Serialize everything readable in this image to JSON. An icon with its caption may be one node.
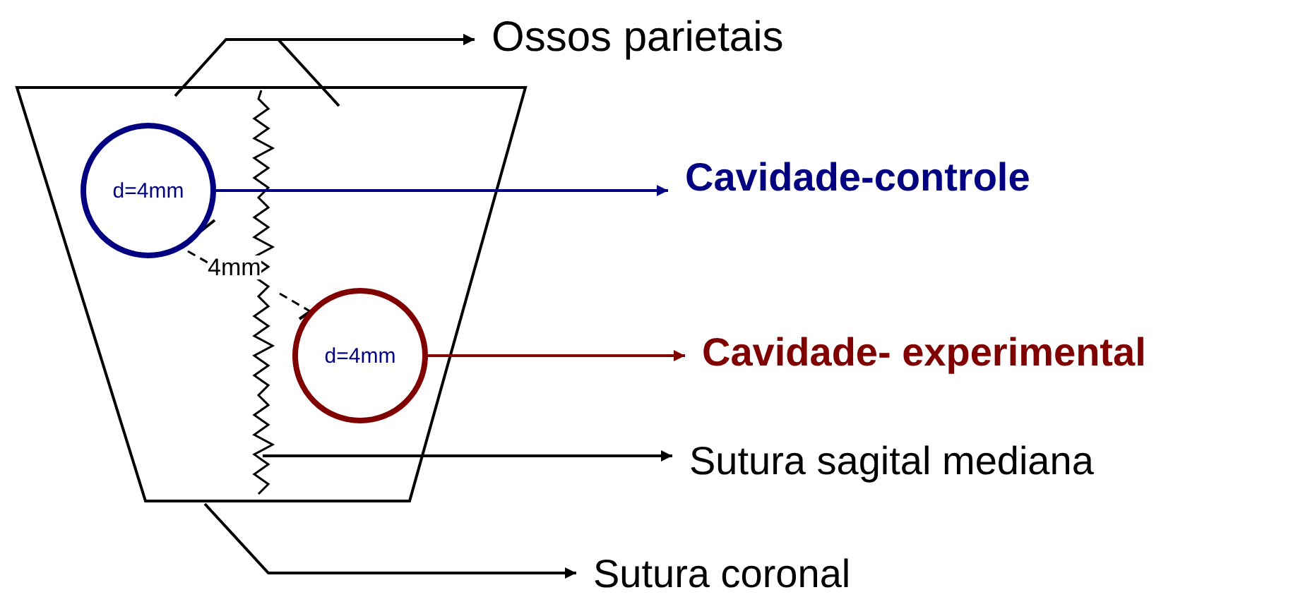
{
  "diagram": {
    "nodes": [
      {
        "text": [
          "Ossos parietais"
        ]
      },
      {
        "text": [
          "d=4mm"
        ]
      },
      {
        "text": [
          "Cavidade-controle"
        ]
      },
      {
        "text": [
          "d=4mm"
        ]
      },
      {
        "text": [
          "Cavidade- experimental"
        ]
      },
      {
        "text": [
          "Sutura sagital mediana"
        ]
      },
      {
        "text": [
          "Sutura coronal"
        ]
      }
    ],
    "edges": [
      {
        "from": null,
        "to": 0,
        "arrow": "to"
      },
      {
        "from": null,
        "to": 0,
        "arrow": "to"
      },
      {
        "from": 1,
        "to": 2,
        "arrow": "to",
        "color": "#000080"
      },
      {
        "from": 3,
        "to": 4,
        "arrow": "to",
        "color": "#800000"
      },
      {
        "from": null,
        "to": 5,
        "arrow": "to"
      },
      {
        "from": null,
        "to": 6,
        "arrow": "to"
      }
    ],
    "labels": [
      "4mm"
    ]
  }
}
